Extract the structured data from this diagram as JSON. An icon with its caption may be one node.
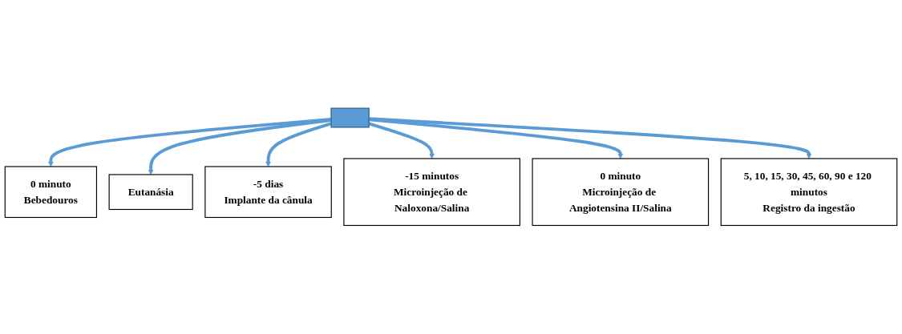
{
  "diagram": {
    "nodes": [
      {
        "text": [
          "0 minuto",
          "Bebedouros"
        ]
      },
      {
        "text": [
          "Eutanásia"
        ]
      },
      {
        "text": [],
        "shape": "bar"
      },
      {
        "text": [
          "-5 dias",
          "Implante da cânula"
        ]
      },
      {
        "text": [
          "-15 minutos",
          "Microinjeção de Naloxona/Salina"
        ]
      },
      {
        "text": [
          "0 minuto",
          "Microinjeção de Angiotensina II/Salina"
        ]
      },
      {
        "text": [
          "5, 10, 15, 30, 45, 60, 90 e 120 minutos",
          "Registro da ingestão"
        ]
      }
    ],
    "edges": [
      {
        "from": 2,
        "to": 0,
        "arrow": "to"
      },
      {
        "from": 2,
        "to": 1,
        "arrow": "to"
      },
      {
        "from": 2,
        "to": 3,
        "arrow": "to"
      },
      {
        "from": 2,
        "to": 4,
        "arrow": "to"
      },
      {
        "from": 2,
        "to": 5,
        "arrow": "to"
      },
      {
        "from": 2,
        "to": 6,
        "arrow": "to"
      }
    ]
  }
}
